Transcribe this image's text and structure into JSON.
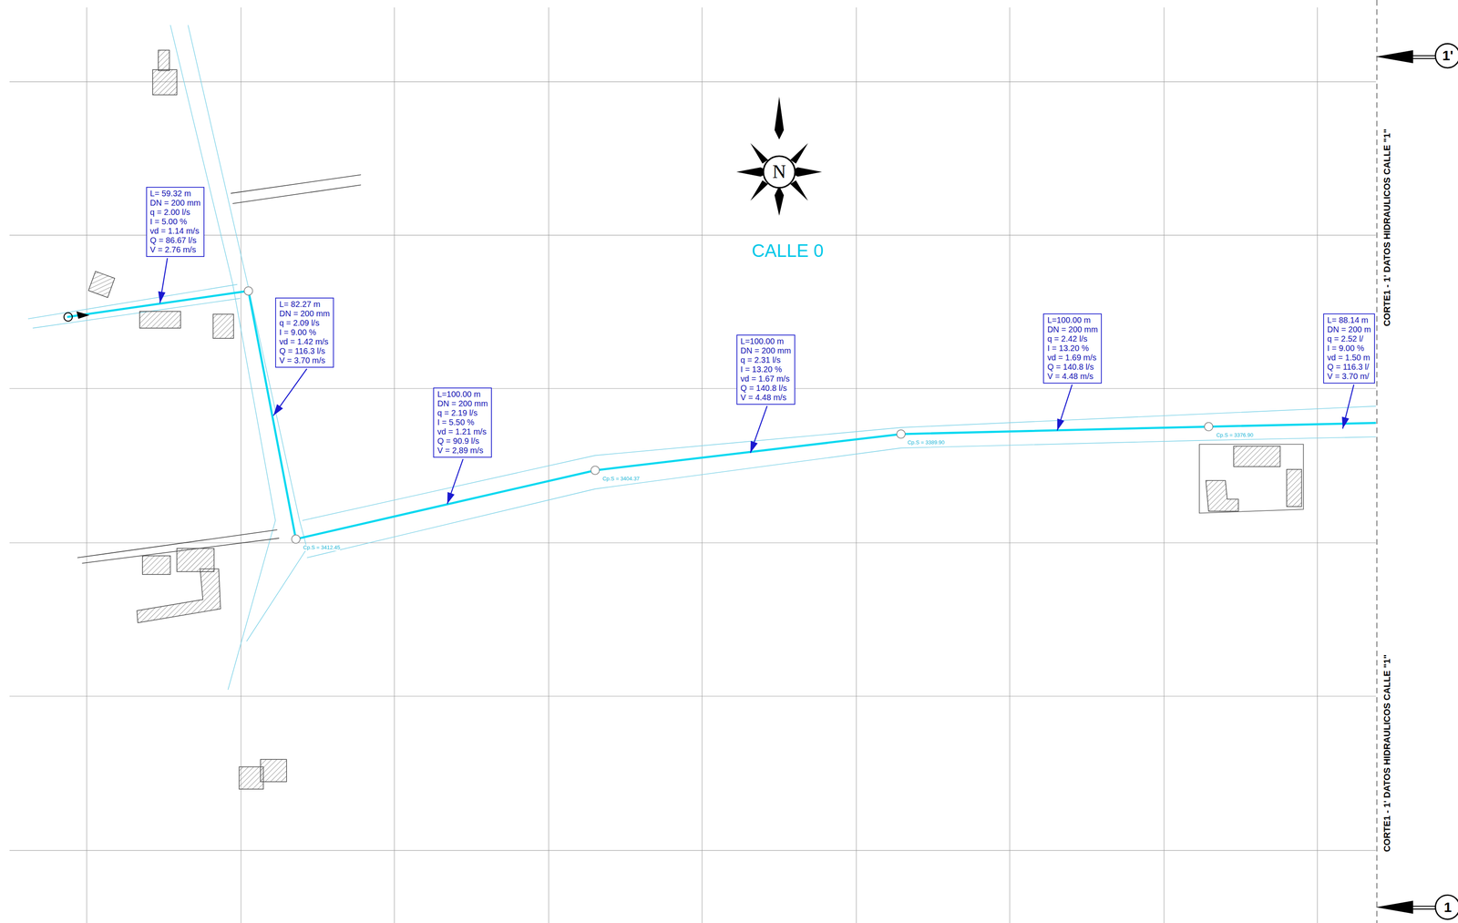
{
  "diagram": {
    "nodes": [
      {
        "text": [
          "L= 59.32 m",
          "DN = 200 mm",
          "q = 2.00  l/s",
          "I = 5.00 %",
          "vd = 1.14 m/s",
          "Q = 86.67 l/s",
          "V = 2.76 m/s"
        ]
      },
      {
        "text": [
          "L= 82.27 m",
          "DN = 200 mm",
          "q = 2.09 l/s",
          "I = 9.00 %",
          "vd = 1.42 m/s",
          "Q = 116.3 l/s",
          "V = 3.70 m/s"
        ]
      },
      {
        "text": [
          "L=100.00 m",
          "DN = 200 mm",
          "q = 2.19 l/s",
          "I = 5.50 %",
          "vd = 1.21 m/s",
          "Q = 90.9 l/s",
          "V = 2,89 m/s"
        ]
      },
      {
        "text": [
          "L=100.00 m",
          "DN = 200 mm",
          "q = 2.31 l/s",
          "I = 13.20 %",
          "vd = 1.67 m/s",
          "Q = 140.8 l/s",
          "V = 4.48 m/s"
        ]
      },
      {
        "text": [
          "L=100.00 m",
          "DN = 200 mm",
          "q = 2.42 l/s",
          "I = 13.20 %",
          "vd = 1.69 m/s",
          "Q = 140.8 l/s",
          "V = 4.48 m/s"
        ]
      },
      {
        "text": [
          "L= 88.14 m",
          "DN = 200 m",
          "q = 2.52 l/",
          "I = 9.00 %",
          "vd = 1.50 m",
          "Q = 116.3 l/",
          "V = 3.70 m/"
        ]
      }
    ],
    "labels": [
      "N",
      "CALLE 0",
      "Cp.S = 3412.45",
      "Cp.S = 3404.37",
      "Cp.S = 3389.90",
      "Cp.S = 3376.90",
      "CORTE1 - 1' DATOS HIDRAULICOS CALLE \"1\"",
      "CORTE1 - 1' DATOS HIDRAULICOS CALLE \"1\"",
      "1'",
      "1"
    ]
  }
}
